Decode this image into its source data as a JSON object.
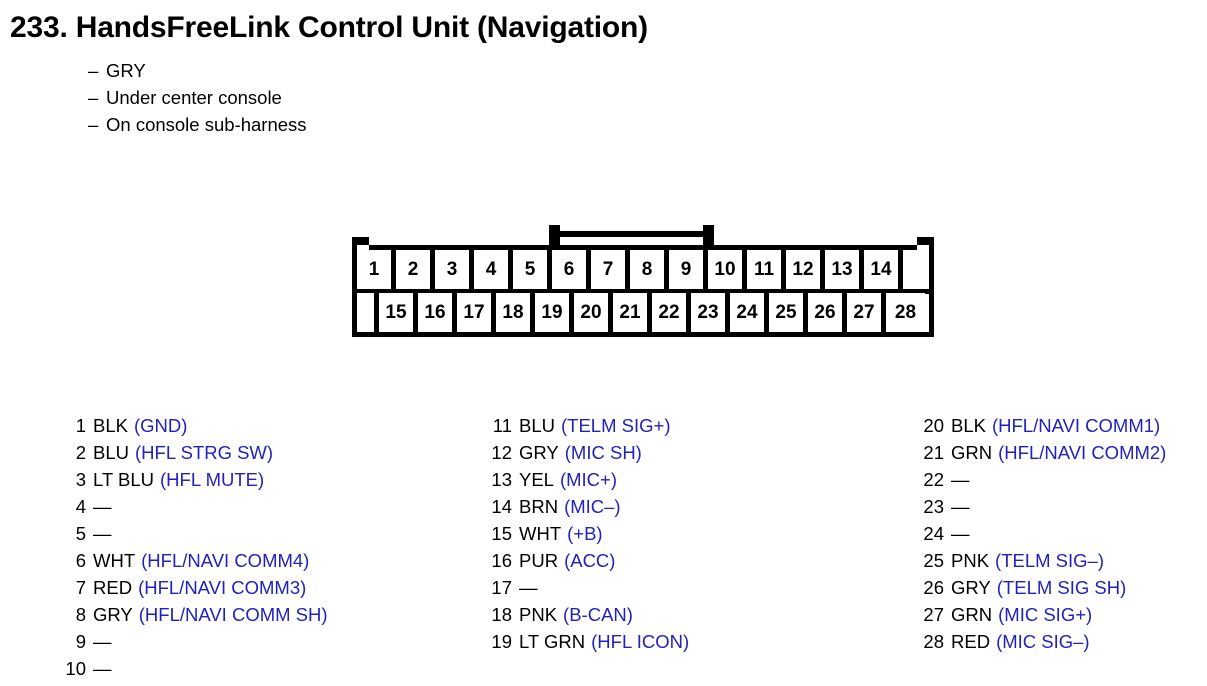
{
  "header": {
    "number": "233.",
    "title": "233.  HandsFreeLink Control Unit (Navigation)",
    "title_text": "HandsFreeLink Control Unit (Navigation)",
    "details": [
      "GRY",
      "Under center console",
      "On console sub-harness"
    ],
    "dash": "–"
  },
  "connector": {
    "top_row_pins": [
      "1",
      "2",
      "3",
      "4",
      "5",
      "6",
      "7",
      "8",
      "9",
      "10",
      "11",
      "12",
      "13",
      "14"
    ],
    "bottom_row_pins": [
      "15",
      "16",
      "17",
      "18",
      "19",
      "20",
      "21",
      "22",
      "23",
      "24",
      "25",
      "26",
      "27",
      "28"
    ]
  },
  "colors": {
    "signal_blue": "#2222bb",
    "text_black": "#000000",
    "background": "#ffffff"
  },
  "pin_legend": {
    "column_1": [
      {
        "num": "1",
        "color": "BLK",
        "signal": "(GND)"
      },
      {
        "num": "2",
        "color": "BLU",
        "signal": "(HFL STRG SW)"
      },
      {
        "num": "3",
        "color": "LT BLU",
        "signal": "(HFL MUTE)"
      },
      {
        "num": "4",
        "color": "—",
        "signal": ""
      },
      {
        "num": "5",
        "color": "—",
        "signal": ""
      },
      {
        "num": "6",
        "color": "WHT",
        "signal": "(HFL/NAVI COMM4)"
      },
      {
        "num": "7",
        "color": "RED",
        "signal": "(HFL/NAVI COMM3)"
      },
      {
        "num": "8",
        "color": "GRY",
        "signal": "(HFL/NAVI COMM SH)"
      },
      {
        "num": "9",
        "color": "—",
        "signal": ""
      },
      {
        "num": "10",
        "color": "—",
        "signal": ""
      }
    ],
    "column_2": [
      {
        "num": "11",
        "color": "BLU",
        "signal": "(TELM SIG+)"
      },
      {
        "num": "12",
        "color": "GRY",
        "signal": "(MIC SH)"
      },
      {
        "num": "13",
        "color": "YEL",
        "signal": "(MIC+)"
      },
      {
        "num": "14",
        "color": "BRN",
        "signal": "(MIC–)"
      },
      {
        "num": "15",
        "color": "WHT",
        "signal": "(+B)"
      },
      {
        "num": "16",
        "color": "PUR",
        "signal": "(ACC)"
      },
      {
        "num": "17",
        "color": "—",
        "signal": ""
      },
      {
        "num": "18",
        "color": "PNK",
        "signal": "(B-CAN)"
      },
      {
        "num": "19",
        "color": "LT GRN",
        "signal": "(HFL ICON)"
      }
    ],
    "column_3": [
      {
        "num": "20",
        "color": "BLK",
        "signal": "(HFL/NAVI COMM1)"
      },
      {
        "num": "21",
        "color": "GRN",
        "signal": "(HFL/NAVI COMM2)"
      },
      {
        "num": "22",
        "color": "—",
        "signal": ""
      },
      {
        "num": "23",
        "color": "—",
        "signal": ""
      },
      {
        "num": "24",
        "color": "—",
        "signal": ""
      },
      {
        "num": "25",
        "color": "PNK",
        "signal": "(TELM SIG–)"
      },
      {
        "num": "26",
        "color": "GRY",
        "signal": "(TELM SIG SH)"
      },
      {
        "num": "27",
        "color": "GRN",
        "signal": "(MIC SIG+)"
      },
      {
        "num": "28",
        "color": "RED",
        "signal": "(MIC SIG–)"
      }
    ]
  }
}
